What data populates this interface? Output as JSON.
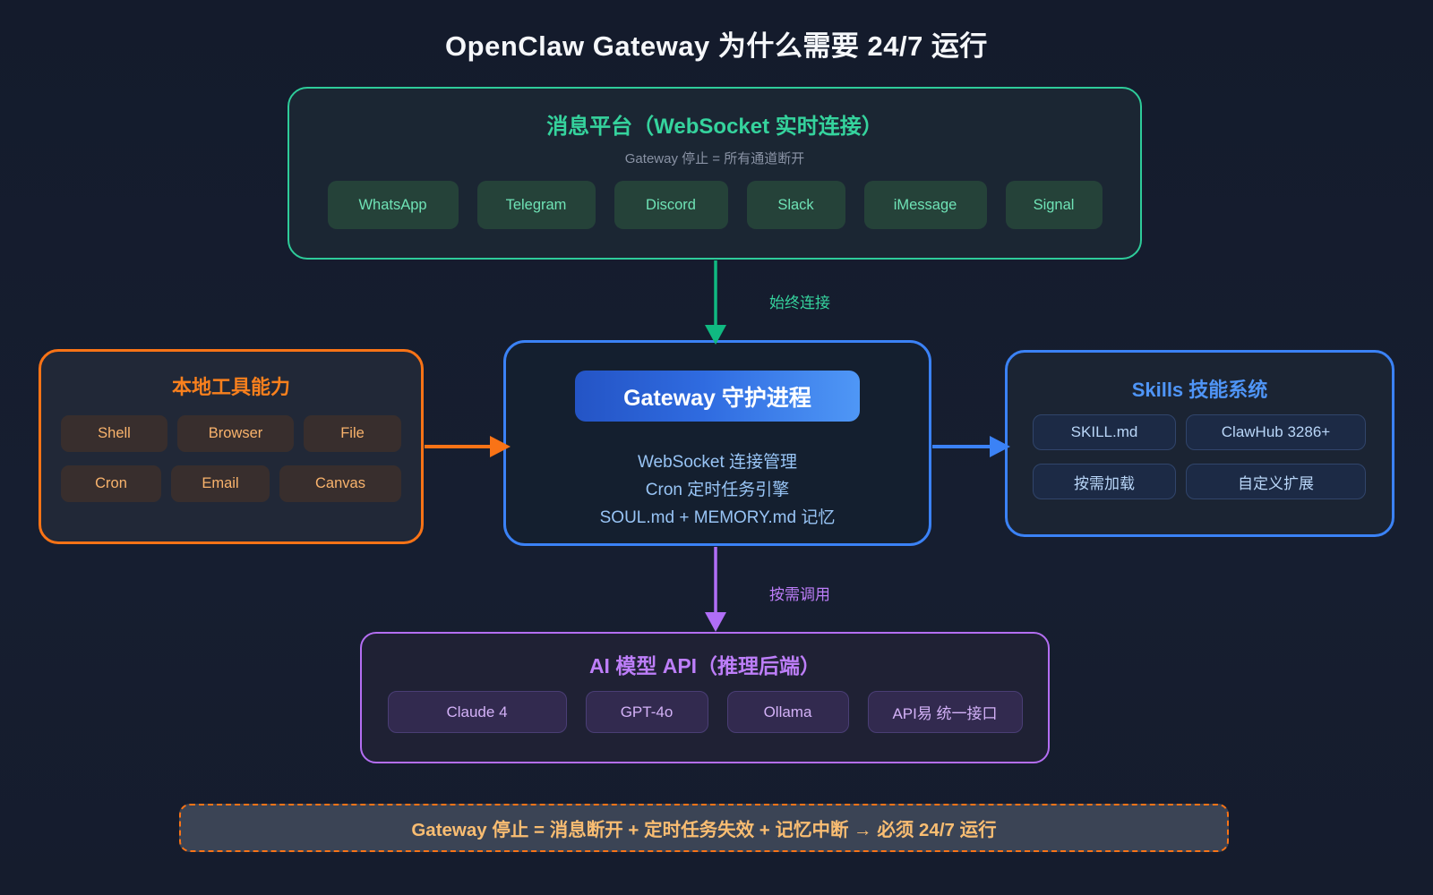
{
  "title": "OpenClaw Gateway 为什么需要 24/7 运行",
  "colors": {
    "background": "#151c2d",
    "green_accent": "#2ecc9a",
    "orange_accent": "#f97316",
    "blue_accent": "#3b82f6",
    "purple_accent": "#b46ef2",
    "banner_text": "#f9bd72"
  },
  "messaging": {
    "title": "消息平台（WebSocket 实时连接）",
    "subtitle": "Gateway 停止 = 所有通道断开",
    "chips": [
      "WhatsApp",
      "Telegram",
      "Discord",
      "Slack",
      "iMessage",
      "Signal"
    ]
  },
  "labels": {
    "always_connected": "始终连接",
    "on_demand": "按需调用"
  },
  "local_tools": {
    "title": "本地工具能力",
    "chips": [
      "Shell",
      "Browser",
      "File",
      "Cron",
      "Email",
      "Canvas"
    ]
  },
  "gateway": {
    "title": "Gateway 守护进程",
    "lines": [
      "WebSocket 连接管理",
      "Cron 定时任务引擎",
      "SOUL.md + MEMORY.md 记忆"
    ]
  },
  "skills": {
    "title": "Skills 技能系统",
    "chips": [
      "SKILL.md",
      "ClawHub 3286+",
      "按需加载",
      "自定义扩展"
    ]
  },
  "ai_models": {
    "title": "AI 模型 API（推理后端）",
    "chips": [
      "Claude 4",
      "GPT-4o",
      "Ollama",
      "API易 统一接口"
    ]
  },
  "banner": "Gateway 停止 = 消息断开 + 定时任务失效 + 记忆中断 → 必须 24/7 运行"
}
